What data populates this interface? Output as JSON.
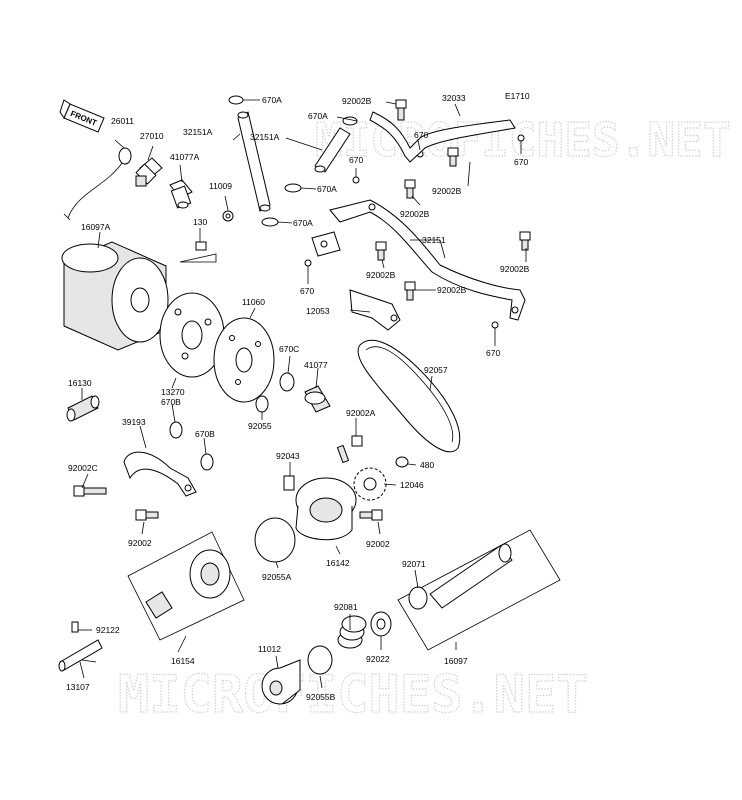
{
  "diagram_code": "E1710",
  "front_label": "FRONT",
  "watermark": "MICROFICHES.NET",
  "parts": {
    "p670A_a": "670A",
    "p670A_b": "670A",
    "p670A_c": "670A",
    "p670A_d": "670A",
    "p92002B_a": "92002B",
    "p92002B_b": "92002B",
    "p92002B_c": "92002B",
    "p92002B_d": "92002B",
    "p92002B_e": "92002B",
    "p92002B_f": "92002B",
    "p32033": "32033",
    "p26011": "26011",
    "p27010": "27010",
    "p41077A": "41077A",
    "p32151A_a": "32151A",
    "p32151A_b": "32151A",
    "p670_a": "670",
    "p670_b": "670",
    "p670_c": "670",
    "p670_d": "670",
    "p670_e": "670",
    "p11009": "11009",
    "p16097A": "16097A",
    "p130": "130",
    "p32151": "32151",
    "p11060": "11060",
    "p12053": "12053",
    "p670C": "670C",
    "p41077": "41077",
    "p92057": "92057",
    "p16130": "16130",
    "p13270": "13270",
    "p670B_a": "670B",
    "p670B_b": "670B",
    "p92055": "92055",
    "p39193": "39193",
    "p92002A": "92002A",
    "p92043": "92043",
    "p480": "480",
    "p12046": "12046",
    "p92002C": "92002C",
    "p92002_a": "92002",
    "p92002_b": "92002",
    "p92055A": "92055A",
    "p16142": "16142",
    "p92071": "92071",
    "p92081": "92081",
    "p92122": "92122",
    "p92022": "92022",
    "p16154": "16154",
    "p16097": "16097",
    "p11012": "11012",
    "p13107": "13107",
    "p92055B": "92055B"
  }
}
